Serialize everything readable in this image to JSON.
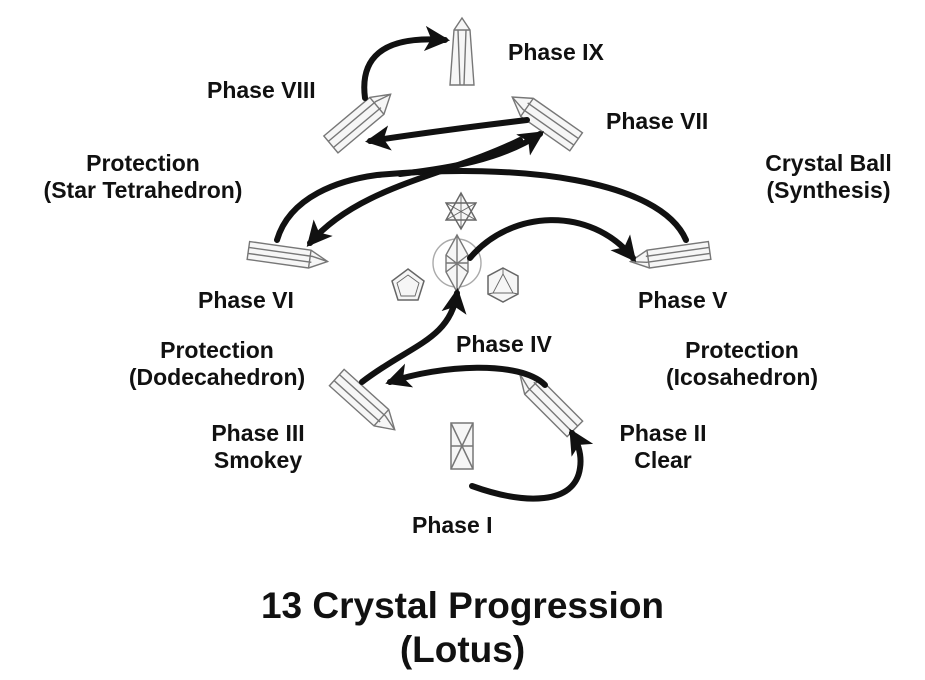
{
  "title": {
    "line1": "13 Crystal Progression",
    "line2": "(Lotus)"
  },
  "labels": {
    "phase_ix": "Phase IX",
    "phase_viii": "Phase VIII",
    "phase_vii": "Phase VII",
    "protection_star": {
      "line1": "Protection",
      "line2": "(Star Tetrahedron)"
    },
    "crystal_ball": {
      "line1": "Crystal Ball",
      "line2": "(Synthesis)"
    },
    "phase_vi": "Phase VI",
    "phase_v": "Phase V",
    "protection_dodeca": {
      "line1": "Protection",
      "line2": "(Dodecahedron)"
    },
    "phase_iv": "Phase IV",
    "protection_icosa": {
      "line1": "Protection",
      "line2": "(Icosahedron)"
    },
    "phase_iii": {
      "line1": "Phase III",
      "line2": "Smokey"
    },
    "phase_ii": {
      "line1": "Phase II",
      "line2": "Clear"
    },
    "phase_i": "Phase I"
  },
  "colors": {
    "ink": "#111111",
    "background": "#ffffff",
    "crystal_fill": "#f6f6f6",
    "crystal_stroke": "#777777"
  },
  "icons": [
    "tall-crystal-icon",
    "crystal-point-icon",
    "star-tetrahedron-icon",
    "double-terminated-crystal-icon",
    "pentagon-dodecahedron-icon",
    "hexagon-icosahedron-icon",
    "crystal-box-icon",
    "arrow-icon"
  ]
}
